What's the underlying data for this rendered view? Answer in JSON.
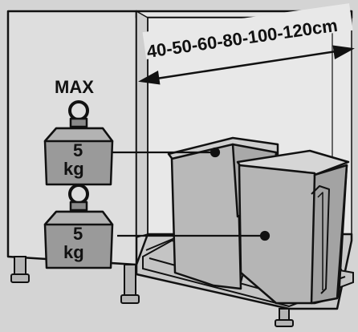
{
  "dimension_label": "40-50-60-80-100-120cm",
  "max_label": "MAX",
  "weights": [
    {
      "value": "5",
      "unit": "kg"
    },
    {
      "value": "5",
      "unit": "kg"
    }
  ],
  "colors": {
    "background": "#d4d4d4",
    "outline": "#111111",
    "cabinet_fill": "#e2e2e2",
    "bin_fill": "#bdbdbd",
    "weight_fill": "#9a9a9a"
  }
}
